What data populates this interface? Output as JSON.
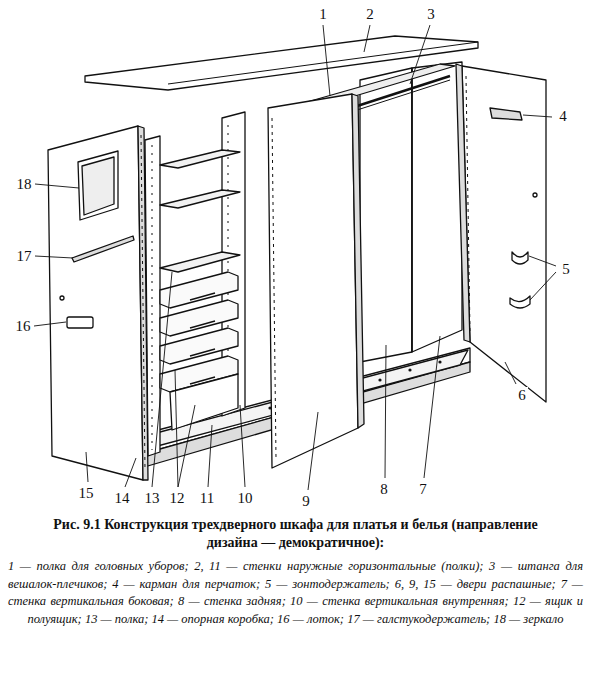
{
  "diagram": {
    "title": "Рис. 9.1 Конструкция трехдверного шкафа для платья и белья (направление дизайна — демократичное):",
    "caption": "1 — полка для головных уборов; 2, 11 — стенки наружные горизонтальные (полки); 3 — штанга для вешалок-плечиков; 4 — карман для перчаток; 5 — зонтодержатель; 6, 9, 15 — двери распашные; 7 — стенка вертикальная боковая; 8 — стенка задняя; 10 — стенка вертикальная внутренняя; 12 — ящик и полуящик; 13 — полка; 14 — опорная коробка; 16 — лоток; 17 — галстукодержатель; 18 — зеркало",
    "labels": [
      "1",
      "2",
      "3",
      "4",
      "5",
      "6",
      "7",
      "8",
      "9",
      "10",
      "11",
      "12",
      "13",
      "14",
      "15",
      "16",
      "17",
      "18"
    ]
  }
}
